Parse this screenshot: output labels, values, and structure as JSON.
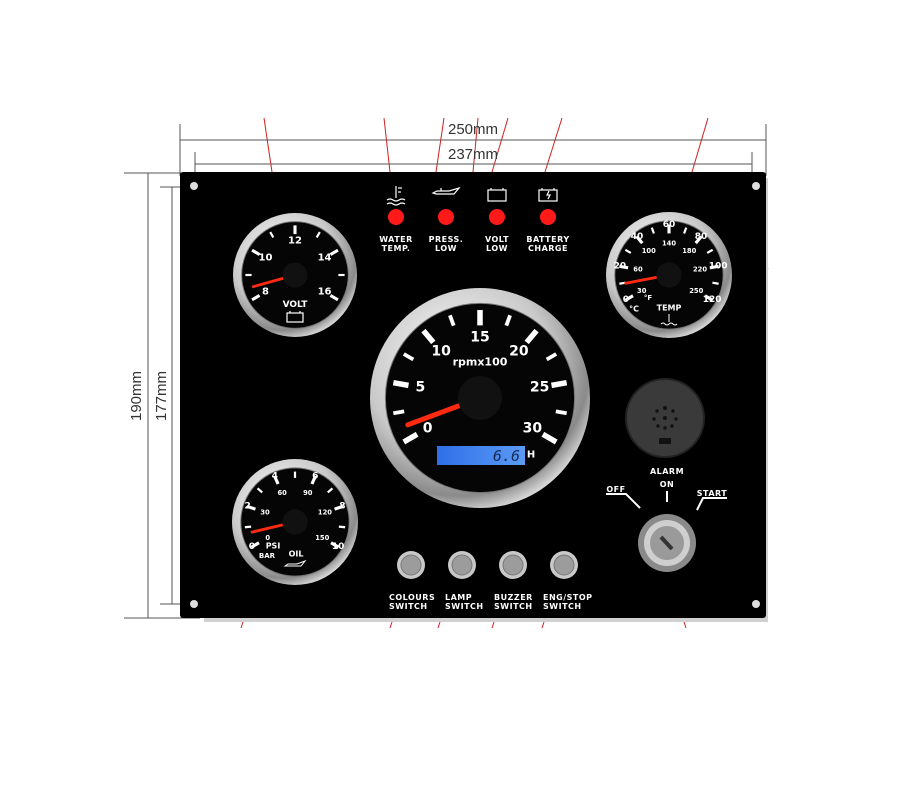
{
  "dimensions": {
    "outer_width": "250mm",
    "inner_width": "237mm",
    "outer_height": "190mm",
    "inner_height": "177mm"
  },
  "colors": {
    "panel": "#000000",
    "warning_led": "#ff1a1a",
    "needle": "#ff2a10",
    "lcd": "#3a7bea",
    "chrome": "#d8d8d8"
  },
  "warning_lights": [
    {
      "icon": "water-temp-icon",
      "line1": "WATER",
      "line2": "TEMP."
    },
    {
      "icon": "oil-can-icon",
      "line1": "PRESS.",
      "line2": "LOW"
    },
    {
      "icon": "battery-icon",
      "line1": "VOLT",
      "line2": "LOW"
    },
    {
      "icon": "battery-charge-icon",
      "line1": "BATTERY",
      "line2": "CHARGE"
    }
  ],
  "gauges": {
    "volt": {
      "title": "VOLT",
      "labels": [
        "8",
        "10",
        "12",
        "14",
        "16"
      ],
      "needle": 0.06
    },
    "temp": {
      "title": "TEMP",
      "unit_c": "°C",
      "unit_f": "°F",
      "outer_labels": [
        "0",
        "20",
        "40",
        "60",
        "80",
        "100",
        "120"
      ],
      "inner_labels": [
        "30",
        "60",
        "100",
        "140",
        "180",
        "220",
        "250"
      ],
      "needle": 0.08
    },
    "oil": {
      "title": "OIL",
      "unit_bar": "BAR",
      "unit_psi": "PSI",
      "outer_labels": [
        "0",
        "2",
        "4",
        "6",
        "8",
        "10"
      ],
      "inner_labels": [
        "0",
        "30",
        "60",
        "90",
        "120",
        "150"
      ],
      "needle": 0.07
    },
    "tach": {
      "title": "rpmx100",
      "labels": [
        "0",
        "5",
        "10",
        "15",
        "20",
        "25",
        "30"
      ],
      "needle": 0.04,
      "hour_value": "6.6",
      "hour_unit": "H"
    }
  },
  "alarm": {
    "label": "ALARM"
  },
  "ignition": {
    "off": "OFF",
    "on": "ON",
    "start": "START"
  },
  "switches": [
    {
      "line1": "COLOURS",
      "line2": "SWITCH"
    },
    {
      "line1": "LAMP",
      "line2": "SWITCH"
    },
    {
      "line1": "BUZZER",
      "line2": "SWITCH"
    },
    {
      "line1": "ENG/STOP",
      "line2": "SWITCH"
    }
  ]
}
